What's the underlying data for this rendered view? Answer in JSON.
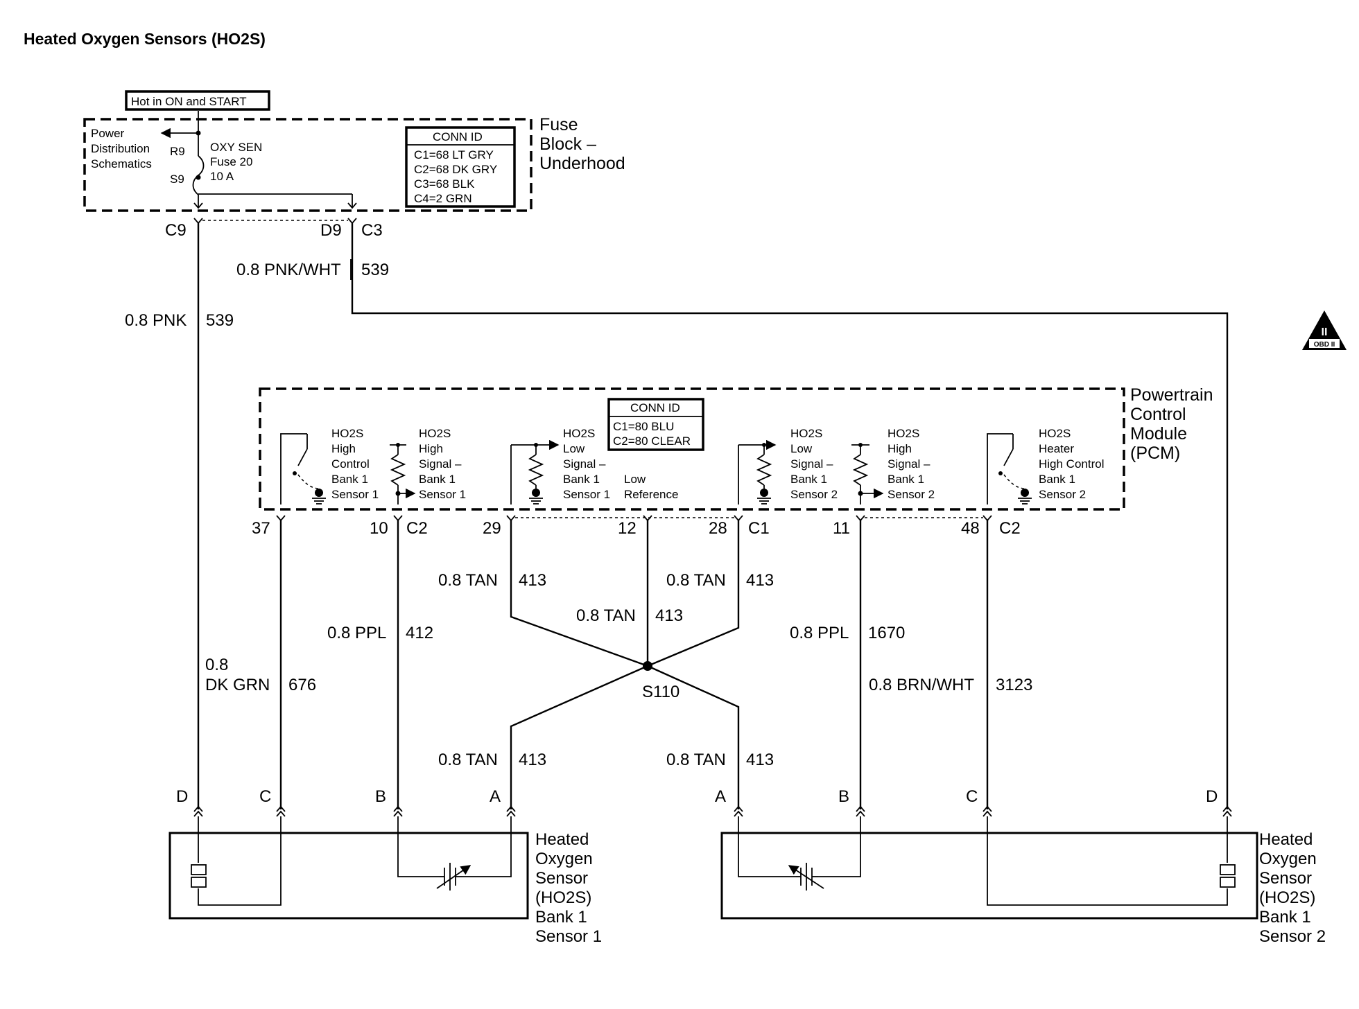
{
  "title": "Heated Oxygen Sensors (HO2S)",
  "fuse_block": {
    "hot_label": "Hot in ON and START",
    "label": [
      "Fuse",
      "Block –",
      "Underhood"
    ],
    "pds_label": [
      "Power",
      "Distribution",
      "Schematics"
    ],
    "fuse_name": [
      "OXY SEN",
      "Fuse 20",
      "10 A"
    ],
    "r9": "R9",
    "s9": "S9",
    "conn_id": {
      "header": "CONN ID",
      "lines": [
        "C1=68 LT GRY",
        "C2=68 DK GRY",
        "C3=68 BLK",
        "C4=2 GRN"
      ]
    },
    "pins": {
      "c9": "C9",
      "d9": "D9",
      "c3": "C3"
    }
  },
  "pcm": {
    "label": [
      "Powertrain",
      "Control",
      "Module",
      "(PCM)"
    ],
    "conn_id": {
      "header": "CONN ID",
      "lines": [
        "C1=80 BLU",
        "C2=80 CLEAR"
      ]
    },
    "circuits": [
      [
        "HO2S",
        "High",
        "Control",
        "Bank 1",
        "Sensor 1"
      ],
      [
        "HO2S",
        "High",
        "Signal –",
        "Bank 1",
        "Sensor 1"
      ],
      [
        "HO2S",
        "Low",
        "Signal –",
        "Bank 1",
        "Sensor 1"
      ],
      [
        "Low",
        "Reference"
      ],
      [
        "HO2S",
        "Low",
        "Signal –",
        "Bank 1",
        "Sensor 2"
      ],
      [
        "HO2S",
        "High",
        "Signal –",
        "Bank 1",
        "Sensor 2"
      ],
      [
        "HO2S",
        "Heater",
        "High Control",
        "Bank 1",
        "Sensor 2"
      ]
    ],
    "pins": {
      "p37": "37",
      "p10": "10",
      "c2a": "C2",
      "p29": "29",
      "p12": "12",
      "p28": "28",
      "c1": "C1",
      "p11": "11",
      "p48": "48",
      "c2b": "C2"
    }
  },
  "wires": {
    "pnk_wht_size": "0.8 PNK/WHT",
    "pnk_wht_num": "539",
    "pnk_size": "0.8 PNK",
    "pnk_num": "539",
    "dkgrn_size_1": "0.8",
    "dkgrn_size_2": "DK GRN",
    "dkgrn_num": "676",
    "ppl1_size": "0.8 PPL",
    "ppl1_num": "412",
    "tan1_size": "0.8 TAN",
    "tan1_num": "413",
    "tan2_size": "0.8 TAN",
    "tan2_num": "413",
    "tan3_size": "0.8 TAN",
    "tan3_num": "413",
    "ppl2_size": "0.8 PPL",
    "ppl2_num": "1670",
    "brnwht_size": "0.8 BRN/WHT",
    "brnwht_num": "3123",
    "tan4_size": "0.8 TAN",
    "tan4_num": "413",
    "tan5_size": "0.8 TAN",
    "tan5_num": "413",
    "splice": "S110"
  },
  "sensors": {
    "s1": {
      "label": [
        "Heated",
        "Oxygen",
        "Sensor",
        "(HO2S)",
        "Bank 1",
        "Sensor 1"
      ],
      "pins": [
        "D",
        "C",
        "B",
        "A"
      ]
    },
    "s2": {
      "label": [
        "Heated",
        "Oxygen",
        "Sensor",
        "(HO2S)",
        "Bank 1",
        "Sensor 2"
      ],
      "pins": [
        "A",
        "B",
        "C",
        "D"
      ]
    }
  },
  "obd_badge": {
    "top": "II",
    "bottom": "OBD II"
  }
}
